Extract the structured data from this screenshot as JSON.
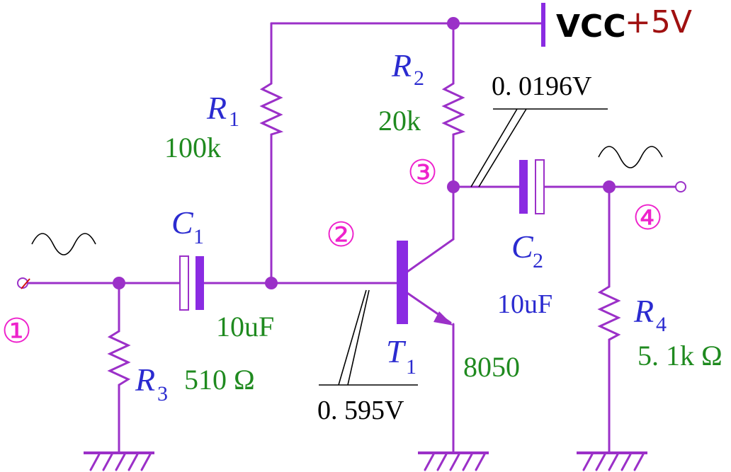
{
  "supply": {
    "name": "VCC",
    "value": "+5V",
    "color": "#a01010"
  },
  "nodes": [
    {
      "id": "1",
      "symbol": "①"
    },
    {
      "id": "2",
      "symbol": "②"
    },
    {
      "id": "3",
      "symbol": "③"
    },
    {
      "id": "4",
      "symbol": "④"
    }
  ],
  "components": {
    "R1": {
      "letter": "R",
      "sub": "1",
      "value": "100k"
    },
    "R2": {
      "letter": "R",
      "sub": "2",
      "value": "20k"
    },
    "R3": {
      "letter": "R",
      "sub": "3",
      "value": "510 Ω"
    },
    "R4": {
      "letter": "R",
      "sub": "4",
      "value": "5. 1k Ω"
    },
    "C1": {
      "letter": "C",
      "sub": "1",
      "value": "10uF"
    },
    "C2": {
      "letter": "C",
      "sub": "2",
      "value": "10uF"
    },
    "T1": {
      "letter": "T",
      "sub": "1",
      "value": "8050"
    }
  },
  "voltages": {
    "collector": "0. 0196V",
    "base": "0. 595V"
  },
  "colors": {
    "wire": "#9b30c8",
    "label": "#2b2bd0",
    "value": "#1f8a1f",
    "node_number": "#ee22cc"
  }
}
